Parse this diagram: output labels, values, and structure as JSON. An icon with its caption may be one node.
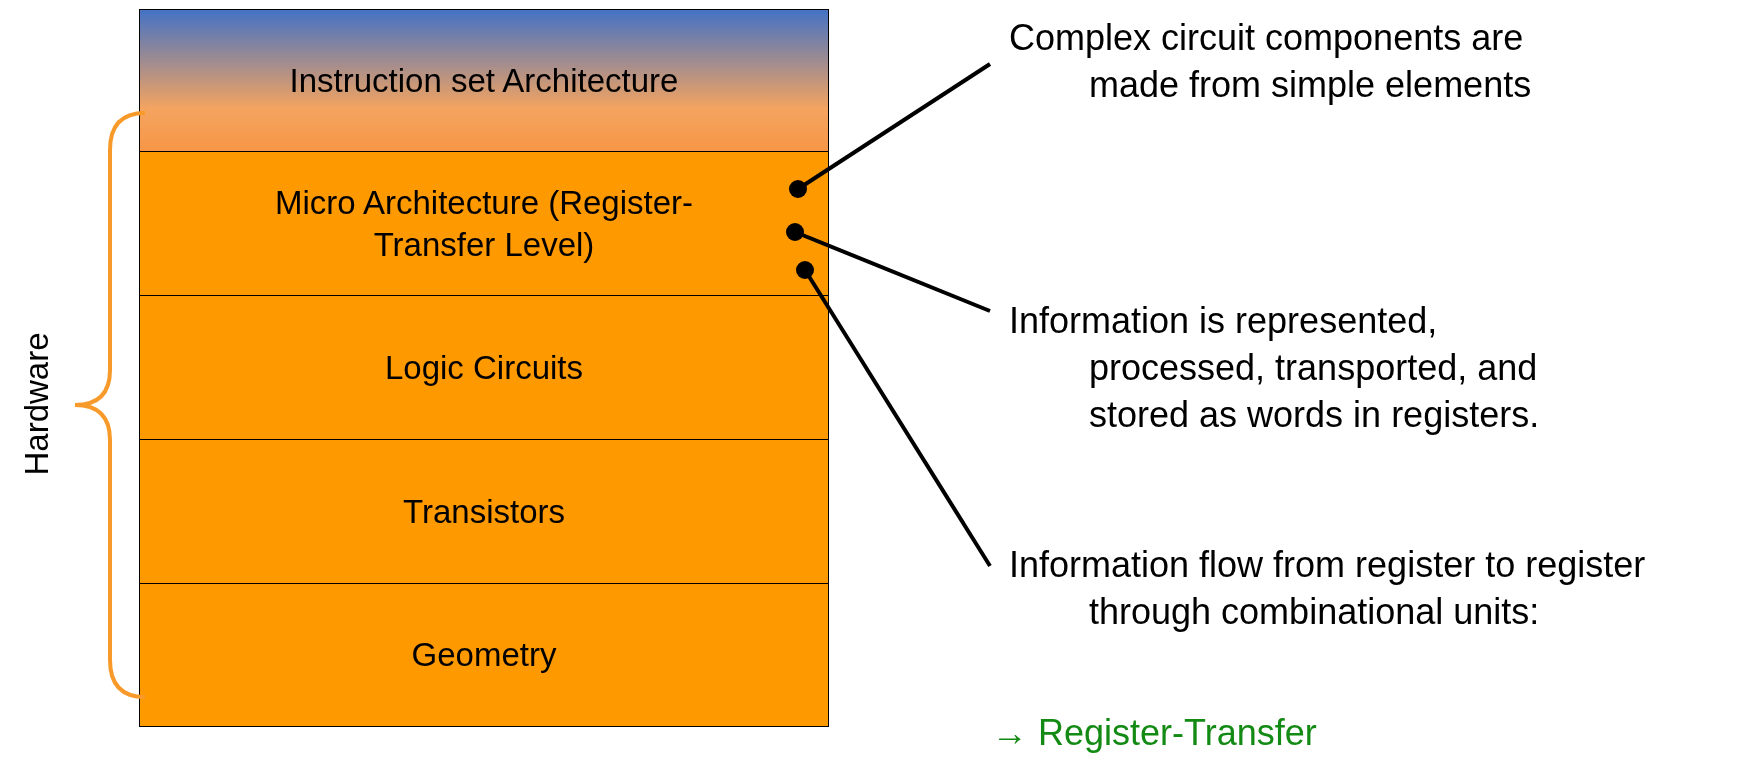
{
  "diagram": {
    "nodes": [
      {
        "text": [
          "Instruction set Architecture"
        ]
      },
      {
        "text": [
          "Micro Architecture (Register-Transfer Level)"
        ]
      },
      {
        "text": [
          "Logic Circuits"
        ]
      },
      {
        "text": [
          "Transistors"
        ]
      },
      {
        "text": [
          "Geometry"
        ]
      },
      {
        "text": [
          "Complex circuit components are made from simple elements"
        ]
      },
      {
        "text": [
          "Information is represented, processed, transported, and stored as words in registers."
        ]
      },
      {
        "text": [
          "Information flow from register to register through combinational units:"
        ]
      }
    ],
    "edges": [
      {
        "from": 5,
        "to": 1,
        "arrow": "other"
      },
      {
        "from": 6,
        "to": 1,
        "arrow": "other"
      },
      {
        "from": 7,
        "to": 1,
        "arrow": "other"
      }
    ],
    "labels": [
      "Hardware",
      "→ Register-Transfer"
    ]
  }
}
